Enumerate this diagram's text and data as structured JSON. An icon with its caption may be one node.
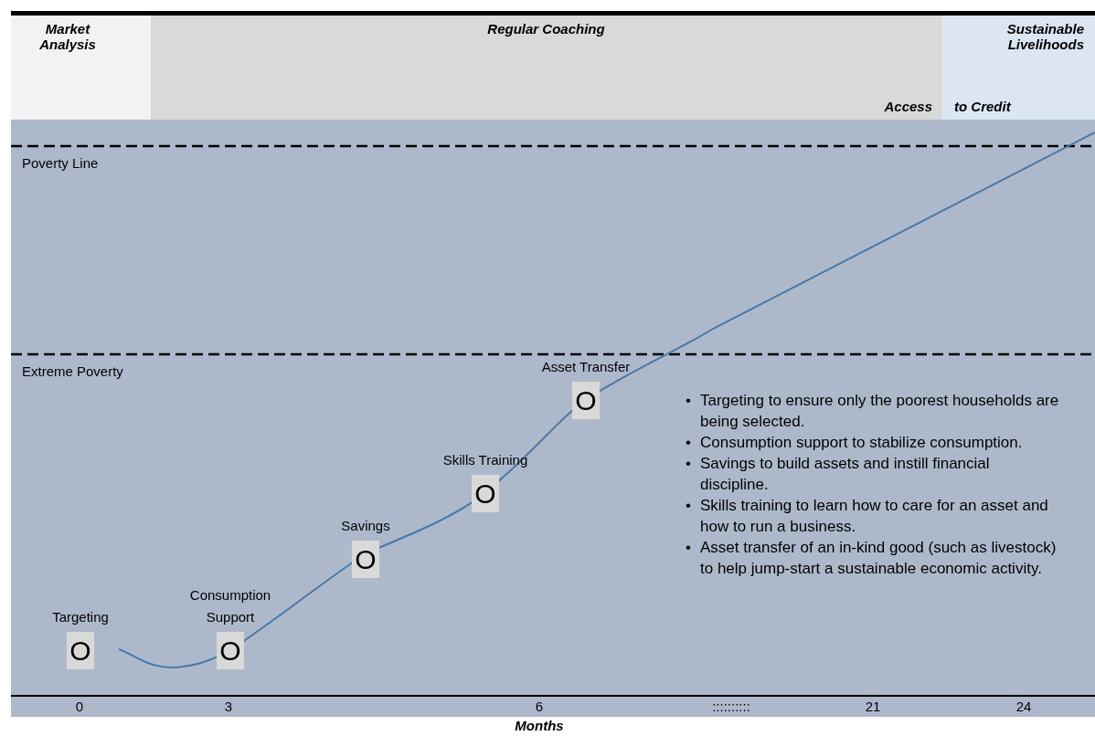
{
  "diagram": {
    "nodes": [
      {
        "text": [
          "Market Analysis"
        ]
      },
      {
        "text": [
          "Regular Coaching"
        ]
      },
      {
        "text": [
          "Sustainable Livelihoods"
        ]
      },
      {
        "text": [
          "O"
        ],
        "beside": [
          "Targeting"
        ]
      },
      {
        "text": [
          "O"
        ],
        "beside": [
          "Consumption Support"
        ]
      },
      {
        "text": [
          "O"
        ],
        "beside": [
          "Savings"
        ]
      },
      {
        "text": [
          "O"
        ],
        "beside": [
          "Skills Training"
        ]
      },
      {
        "text": [
          "O"
        ],
        "beside": [
          "Asset Transfer"
        ]
      }
    ],
    "labels": [
      "Access",
      "to Credit",
      "Poverty Line",
      "Extreme Poverty",
      "•",
      "Targeting to ensure only the poorest households are being selected.",
      "•",
      "Consumption support to stabilize consumption.",
      "•",
      "Savings to build assets and instill financial discipline.",
      "•",
      "Skills training to learn how to care for an asset and how to run a business.",
      "•",
      "Asset transfer of an in-kind good (such as livestock) to help jump-start a sustainable economic activity.",
      "0",
      "3",
      "6",
      "::::::::::",
      "21",
      "24",
      "Months"
    ]
  }
}
